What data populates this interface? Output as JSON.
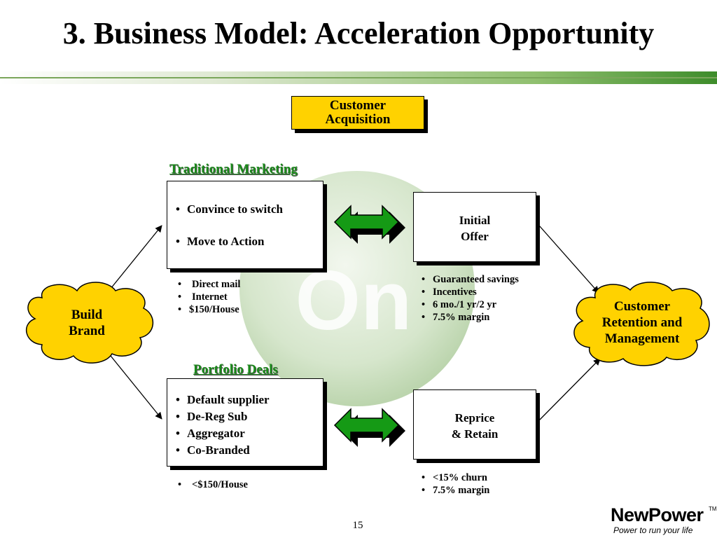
{
  "slide": {
    "title": "3.  Business Model:  Acceleration Opportunity",
    "page_number": "15"
  },
  "watermark": {
    "text": "On"
  },
  "acquisition": {
    "line1": "Customer",
    "line2": "Acquisition"
  },
  "traditional": {
    "header": "Traditional Marketing",
    "items": [
      "Convince to switch",
      "Move to Action"
    ],
    "notes": [
      "Direct mail",
      "Internet",
      "$150/House"
    ]
  },
  "portfolio": {
    "header": "Portfolio Deals",
    "items": [
      "Default supplier",
      "De-Reg Sub",
      "Aggregator",
      "Co-Branded"
    ],
    "notes": [
      "<$150/House"
    ]
  },
  "initial_offer": {
    "line1": "Initial",
    "line2": "Offer",
    "notes": [
      "Guaranteed savings",
      "Incentives",
      "6 mo./1 yr/2 yr",
      "7.5% margin"
    ]
  },
  "reprice": {
    "line1": "Reprice",
    "line2": "& Retain",
    "notes": [
      "<15% churn",
      "7.5% margin"
    ]
  },
  "build_brand": {
    "line1": "Build",
    "line2": "Brand"
  },
  "retention": {
    "line1": "Customer",
    "line2": "Retention and",
    "line3": "Management"
  },
  "logo": {
    "name": "NewPower",
    "tagline": "Power to run your life",
    "tm": "TM"
  },
  "colors": {
    "gold": "#ffd200",
    "green": "#1a8a1a",
    "arrow_green": "#159a15"
  }
}
